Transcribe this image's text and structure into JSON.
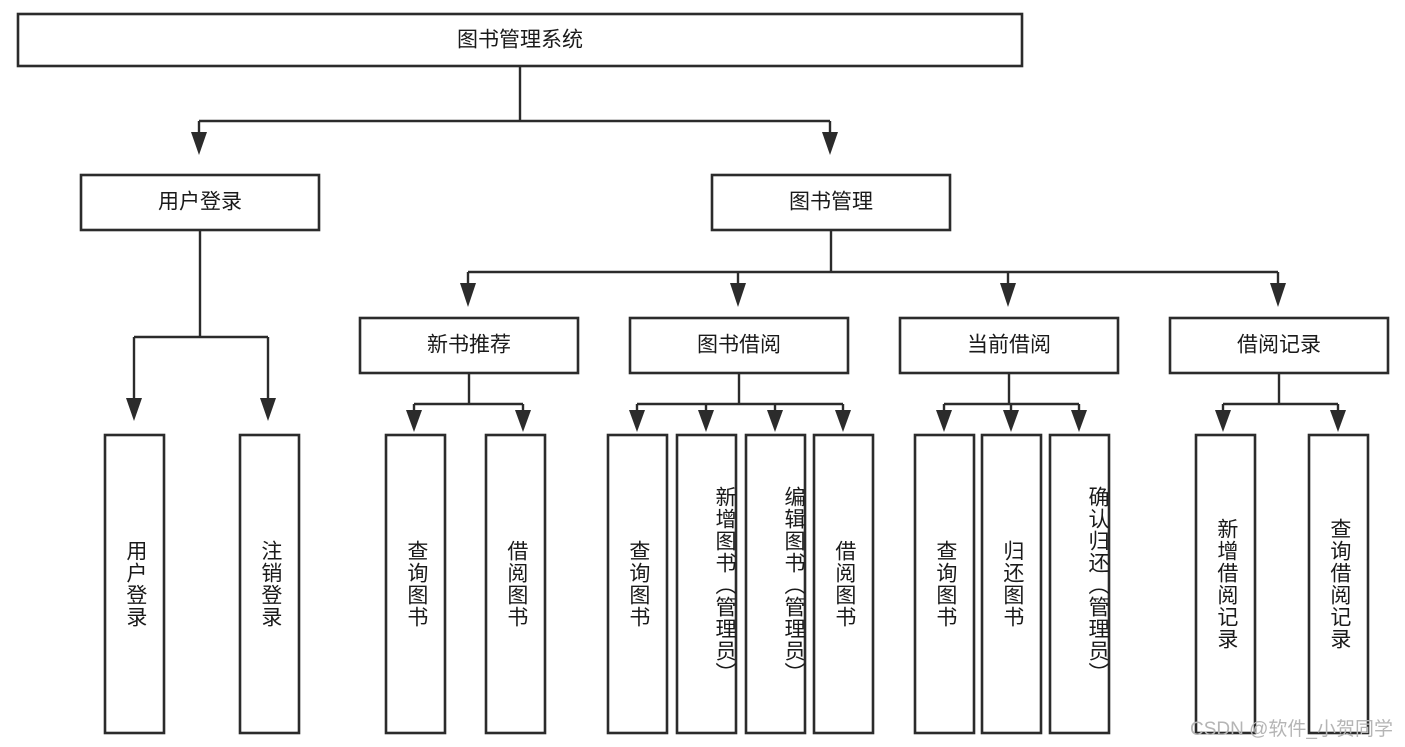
{
  "diagram": {
    "title": "图书管理系统",
    "type": "tree-hierarchy-chart",
    "root": {
      "id": "root",
      "label": "图书管理系统"
    },
    "level1": [
      {
        "id": "user-login",
        "label": "用户登录"
      },
      {
        "id": "book-manage",
        "label": "图书管理"
      }
    ],
    "level2": [
      {
        "id": "new-book-recommend",
        "label": "新书推荐",
        "parent": "book-manage"
      },
      {
        "id": "book-borrow",
        "label": "图书借阅",
        "parent": "book-manage"
      },
      {
        "id": "current-borrow",
        "label": "当前借阅",
        "parent": "book-manage"
      },
      {
        "id": "borrow-record",
        "label": "借阅记录",
        "parent": "book-manage"
      }
    ],
    "leaves": {
      "user-login": [
        {
          "id": "leaf-user-login",
          "label": "用户登录"
        },
        {
          "id": "leaf-logout-login",
          "label": "注销登录"
        }
      ],
      "new-book-recommend": [
        {
          "id": "leaf-query-book-1",
          "label": "查询图书"
        },
        {
          "id": "leaf-borrow-book-1",
          "label": "借阅图书"
        }
      ],
      "book-borrow": [
        {
          "id": "leaf-query-book-2",
          "label": "查询图书"
        },
        {
          "id": "leaf-add-book",
          "label": "新增图书（管理员）"
        },
        {
          "id": "leaf-edit-book",
          "label": "编辑图书（管理员）"
        },
        {
          "id": "leaf-borrow-book-2",
          "label": "借阅图书"
        }
      ],
      "current-borrow": [
        {
          "id": "leaf-query-book-3",
          "label": "查询图书"
        },
        {
          "id": "leaf-return-book",
          "label": "归还图书"
        },
        {
          "id": "leaf-confirm-return",
          "label": "确认归还（管理员）"
        }
      ],
      "borrow-record": [
        {
          "id": "leaf-add-record",
          "label": "新增借阅记录"
        },
        {
          "id": "leaf-query-record",
          "label": "查询借阅记录"
        }
      ]
    },
    "colors": {
      "box_stroke": "#2b2b2b",
      "box_fill": "#ffffff",
      "connector": "#2b2b2b",
      "text": "#1a1a1a",
      "background": "#ffffff",
      "watermark": "#b5b5b5"
    }
  },
  "watermark": {
    "text": "CSDN @软件_小贺同学"
  }
}
